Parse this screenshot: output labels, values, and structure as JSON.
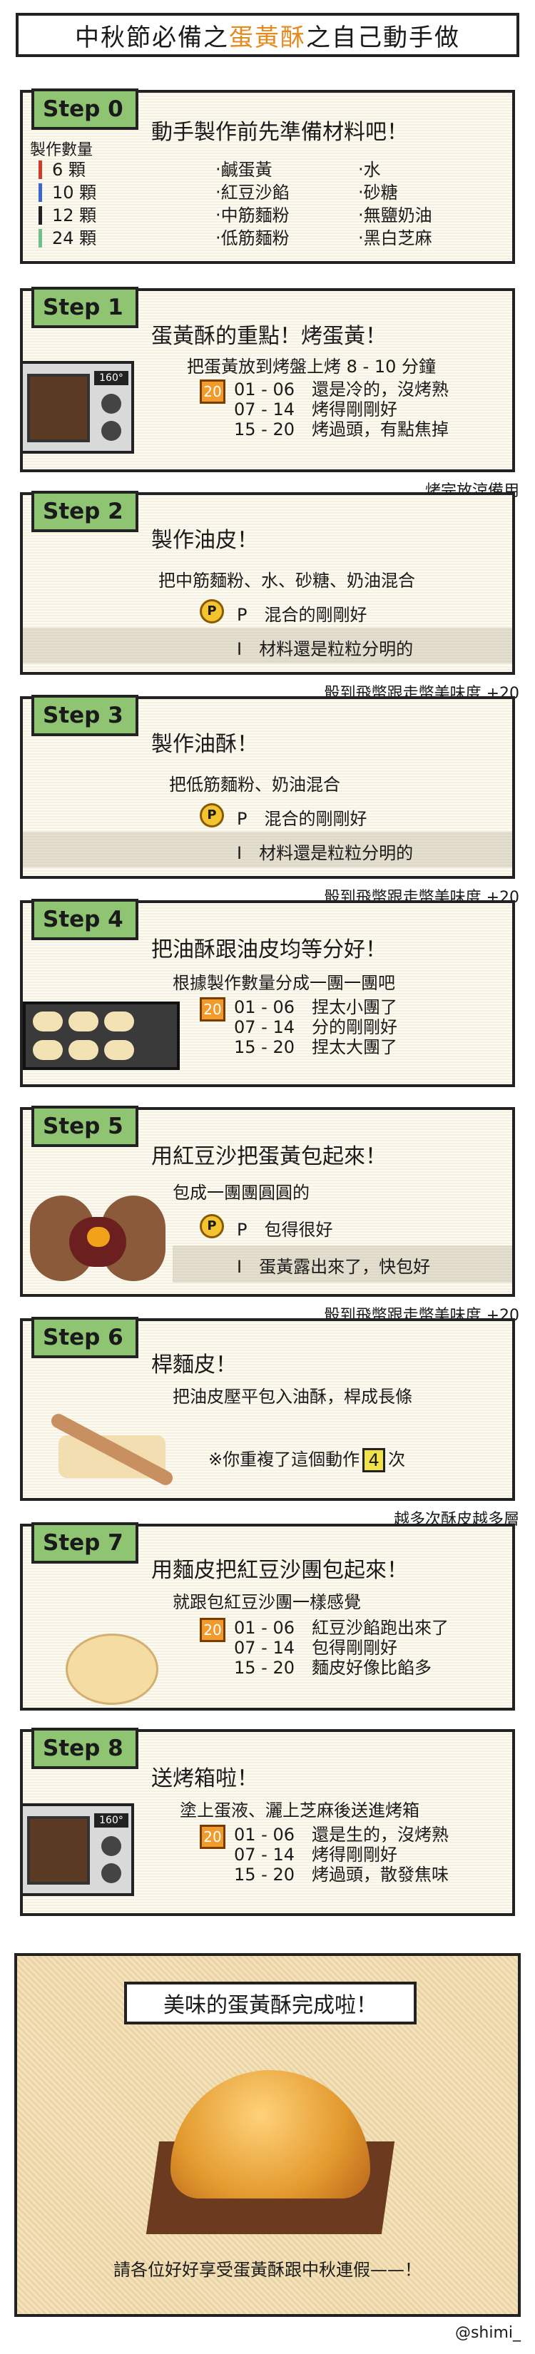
{
  "title": {
    "pre": "中秋節必備之",
    "highlight": "蛋黃酥",
    "post": "之自己動手做"
  },
  "colors": {
    "badge_green": "#8fc472",
    "highlight_orange": "#e48a1f",
    "panel_bg": "#fdfbf2"
  },
  "steps": [
    {
      "label": "Step 0",
      "heading": "動手製作前先準備材料吧！",
      "qty_title": "製作數量",
      "quantities": [
        "6 顆",
        "10 顆",
        "12 顆",
        "24 顆"
      ],
      "ingredients_left": [
        "‧鹹蛋黃",
        "‧紅豆沙餡",
        "‧中筋麵粉",
        "‧低筋麵粉"
      ],
      "ingredients_right": [
        "‧水",
        "‧砂糖",
        "‧無鹽奶油",
        "‧黑白芝麻"
      ]
    },
    {
      "label": "Step 1",
      "heading": "蛋黃酥的重點！烤蛋黃！",
      "sub": "把蛋黃放到烤盤上烤 8 - 10 分鐘",
      "oven_display": "160°",
      "d20": "20",
      "results": [
        "01 - 06　還是冷的，沒烤熟",
        "07 - 14　烤得剛剛好",
        "15 - 20　烤過頭，有點焦掉"
      ],
      "footnote": "烤完放涼備用"
    },
    {
      "label": "Step 2",
      "heading": "製作油皮！",
      "sub": "把中筋麵粉、水、砂糖、奶油混合",
      "coin": "P",
      "outcomes": [
        "P　混合的剛剛好",
        "I　材料還是粒粒分明的"
      ],
      "footnote": "骰到飛幣跟走幣美味度 +20"
    },
    {
      "label": "Step 3",
      "heading": "製作油酥！",
      "sub": "把低筋麵粉、奶油混合",
      "coin": "P",
      "outcomes": [
        "P　混合的剛剛好",
        "I　材料還是粒粒分明的"
      ],
      "footnote": "骰到飛幣跟走幣美味度 +20"
    },
    {
      "label": "Step 4",
      "heading": "把油酥跟油皮均等分好！",
      "sub": "根據製作數量分成一團一團吧",
      "d20": "20",
      "results": [
        "01 - 06　捏太小團了",
        "07 - 14　分的剛剛好",
        "15 - 20　捏太大團了"
      ]
    },
    {
      "label": "Step 5",
      "heading": "用紅豆沙把蛋黃包起來！",
      "sub": "包成一團團圓圓的",
      "coin": "P",
      "outcomes": [
        "P　包得很好",
        "I　蛋黃露出來了，快包好"
      ],
      "footnote": "骰到飛幣跟走幣美味度 +20"
    },
    {
      "label": "Step 6",
      "heading": "桿麵皮！",
      "sub": "把油皮壓平包入油酥，桿成長條",
      "repeat_pre": "※你重複了這個動作",
      "repeat_num": "4",
      "repeat_post": "次",
      "footnote": "越多次酥皮越多層"
    },
    {
      "label": "Step 7",
      "heading": "用麵皮把紅豆沙團包起來！",
      "sub": "就跟包紅豆沙團一樣感覺",
      "d20": "20",
      "results": [
        "01 - 06　紅豆沙餡跑出來了",
        "07 - 14　包得剛剛好",
        "15 - 20　麵皮好像比餡多"
      ]
    },
    {
      "label": "Step 8",
      "heading": "送烤箱啦！",
      "sub": "塗上蛋液、灑上芝麻後送進烤箱",
      "oven_display": "160°",
      "d20": "20",
      "results": [
        "01 - 06　還是生的，沒烤熟",
        "07 - 14　烤得剛剛好",
        "15 - 20　烤過頭，散發焦味"
      ]
    }
  ],
  "final": {
    "title": "美味的蛋黃酥完成啦！",
    "message": "請各位好好享受蛋黃酥跟中秋連假——！"
  },
  "credit": "@shimi_"
}
